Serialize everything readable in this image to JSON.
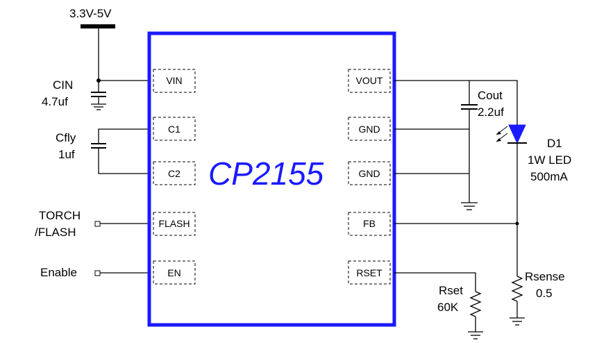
{
  "supply": {
    "label": "3.3V-5V"
  },
  "chip": {
    "name": "CP2155",
    "left_pins": [
      "VIN",
      "C1",
      "C2",
      "FLASH",
      "EN"
    ],
    "right_pins": [
      "VOUT",
      "GND",
      "GND",
      "FB",
      "RSET"
    ]
  },
  "components": {
    "cin": {
      "name": "CIN",
      "value": "4.7uf"
    },
    "cfly": {
      "name": "Cfly",
      "value": "1uf"
    },
    "cout": {
      "name": "Cout",
      "value": "2.2uf"
    },
    "led": {
      "name": "D1",
      "desc": "1W LED",
      "current": "500mA"
    },
    "rset": {
      "name": "Rset",
      "value": "60K"
    },
    "rsense": {
      "name": "Rsense",
      "value": "0.5"
    }
  },
  "inputs": {
    "torch_line1": "TORCH",
    "torch_line2": "/FLASH",
    "enable": "Enable"
  },
  "colors": {
    "chip_outline": "#1a1aff",
    "chip_name": "#1a1aff",
    "led": "#1a1aff",
    "wire": "#000000"
  }
}
